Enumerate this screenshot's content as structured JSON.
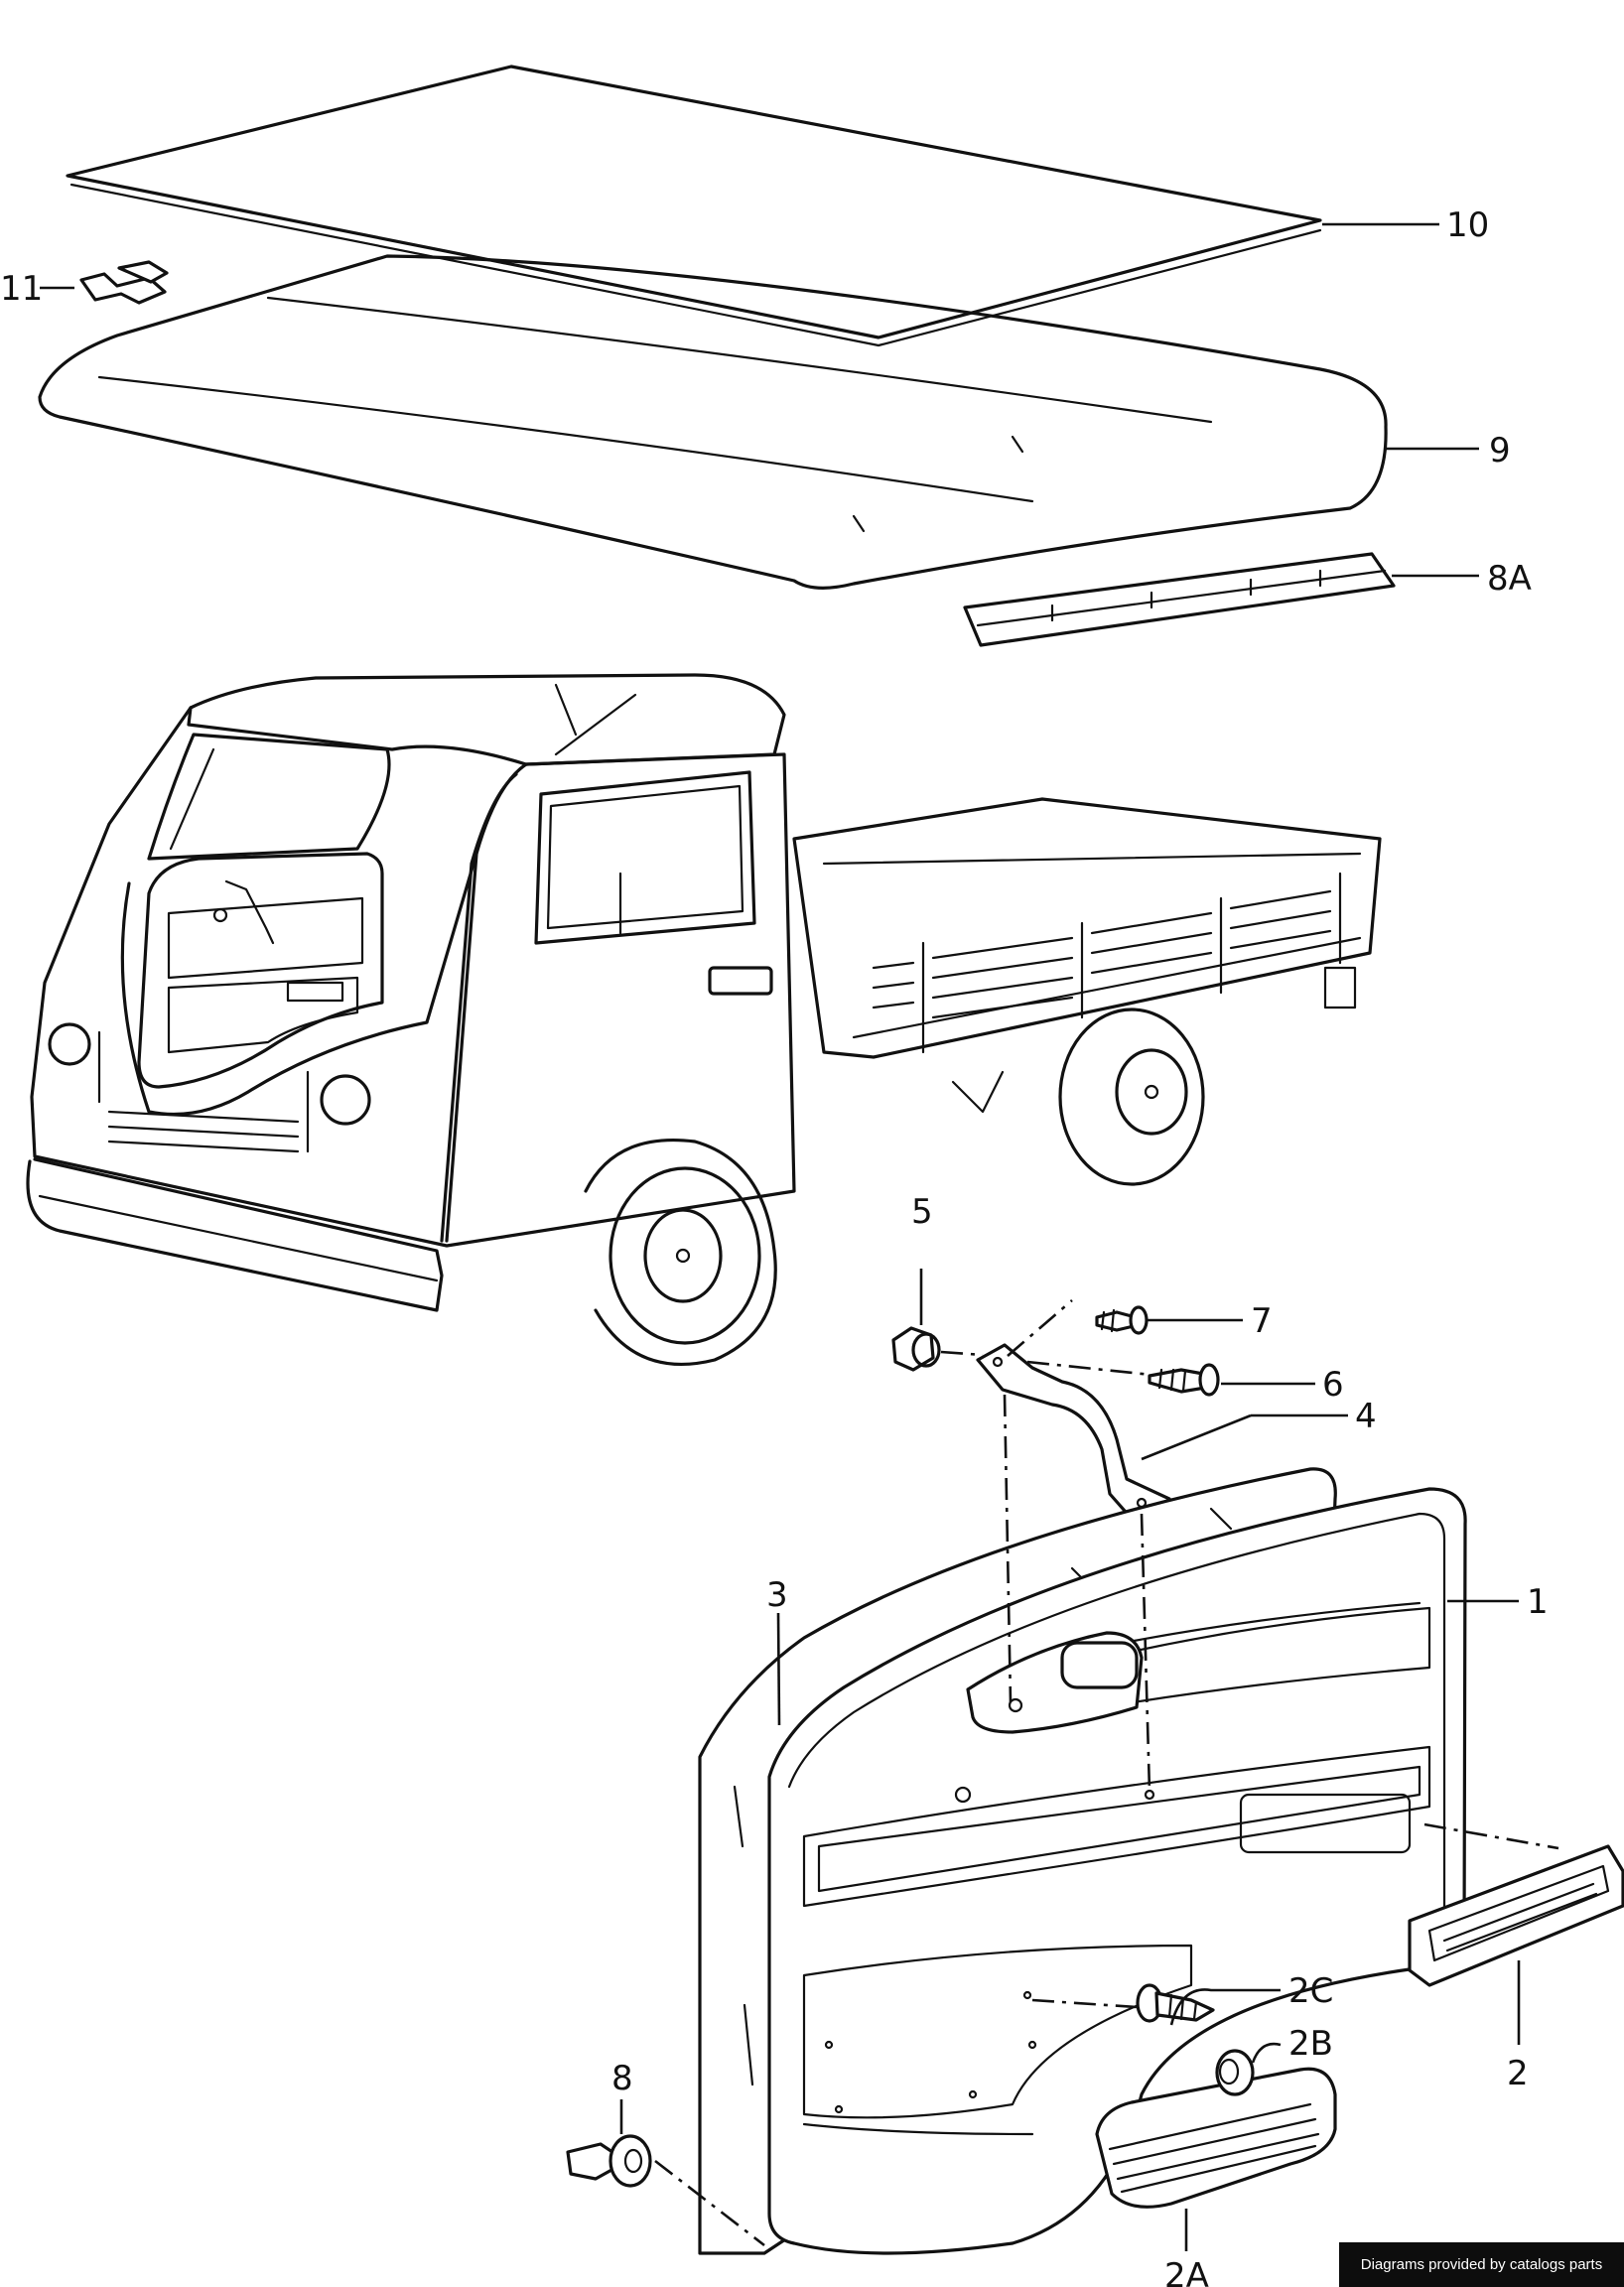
{
  "callouts": {
    "c10": "10",
    "c11": "11",
    "c9": "9",
    "c8a": "8A",
    "c5": "5",
    "c7": "7",
    "c6": "6",
    "c4": "4",
    "c3": "3",
    "c1": "1",
    "c2c": "2C",
    "c2b": "2B",
    "c8": "8",
    "c2": "2",
    "c2a": "2A"
  },
  "footer": {
    "credit": "Diagrams provided by catalogs parts"
  }
}
